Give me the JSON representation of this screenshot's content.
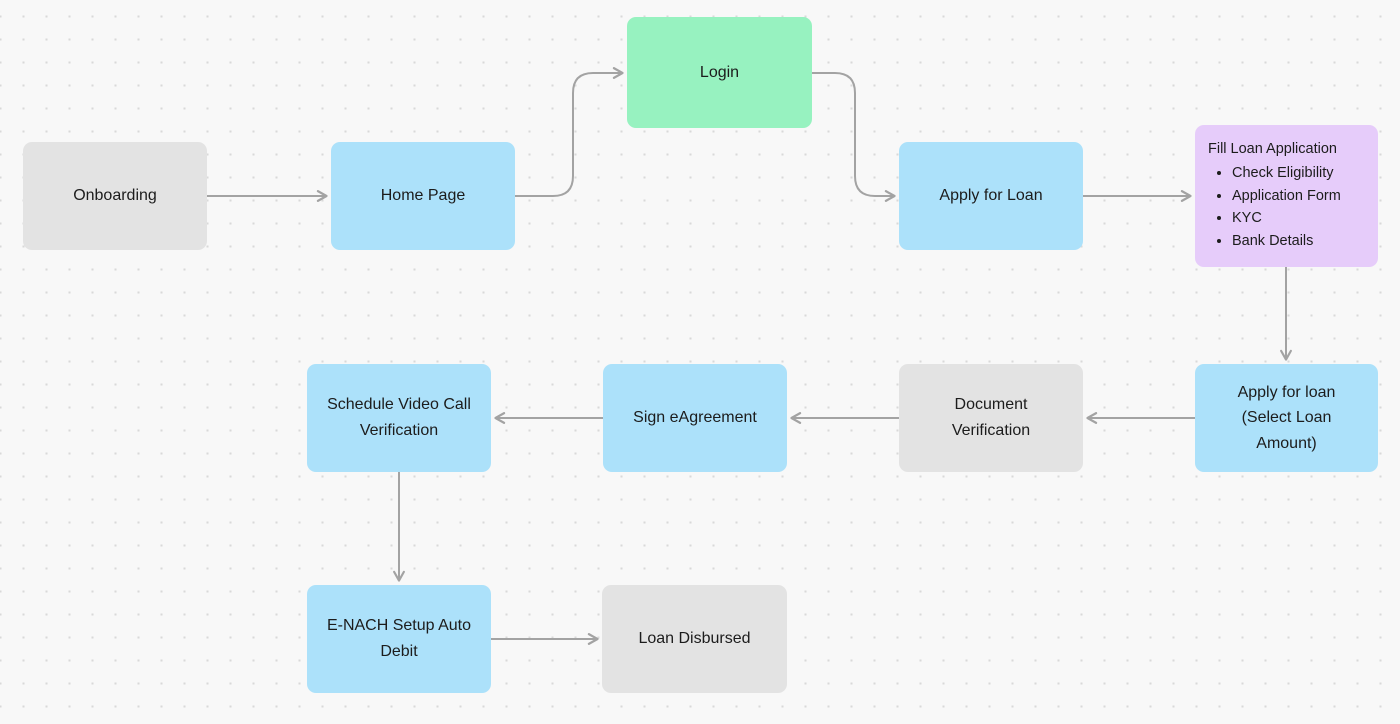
{
  "diagram": {
    "description": "Loan application user flow diagram on a dotted canvas",
    "colors": {
      "blue": "#ace1fa",
      "green": "#97f2c0",
      "purple": "#e6ccfa",
      "gray": "#e3e3e3",
      "arrow": "#a3a3a3",
      "text": "#1c1c1c",
      "background": "#f8f8f8",
      "dot": "#d9d9d9"
    },
    "nodes": {
      "onboarding": {
        "label": "Onboarding",
        "color": "gray"
      },
      "home_page": {
        "label": "Home Page",
        "color": "blue"
      },
      "login": {
        "label": "Login",
        "color": "green"
      },
      "apply_for_loan": {
        "label": "Apply for Loan",
        "color": "blue"
      },
      "fill_loan_application": {
        "title": "Fill Loan Application",
        "items": [
          "Check Eligibility",
          "Application Form",
          "KYC",
          "Bank Details"
        ],
        "color": "purple"
      },
      "apply_for_loan_select": {
        "label": "Apply for loan (Select Loan Amount)",
        "color": "blue"
      },
      "document_verification": {
        "label": "Document Verification",
        "color": "gray"
      },
      "sign_eagreement": {
        "label": "Sign eAgreement",
        "color": "blue"
      },
      "schedule_video_call": {
        "label": "Schedule Video Call Verification",
        "color": "blue"
      },
      "enach_setup": {
        "label": "E-NACH Setup Auto Debit",
        "color": "blue"
      },
      "loan_disbursed": {
        "label": "Loan Disbursed",
        "color": "gray"
      }
    },
    "edges": [
      "Onboarding -> Home Page",
      "Home Page -> Login",
      "Login -> Apply for Loan",
      "Apply for Loan -> Fill Loan Application",
      "Fill Loan Application -> Apply for loan (Select Loan Amount)",
      "Apply for loan (Select Loan Amount) -> Document Verification",
      "Document Verification -> Sign eAgreement",
      "Sign eAgreement -> Schedule Video Call Verification",
      "Schedule Video Call Verification -> E-NACH Setup Auto Debit",
      "E-NACH Setup Auto Debit -> Loan Disbursed"
    ]
  }
}
